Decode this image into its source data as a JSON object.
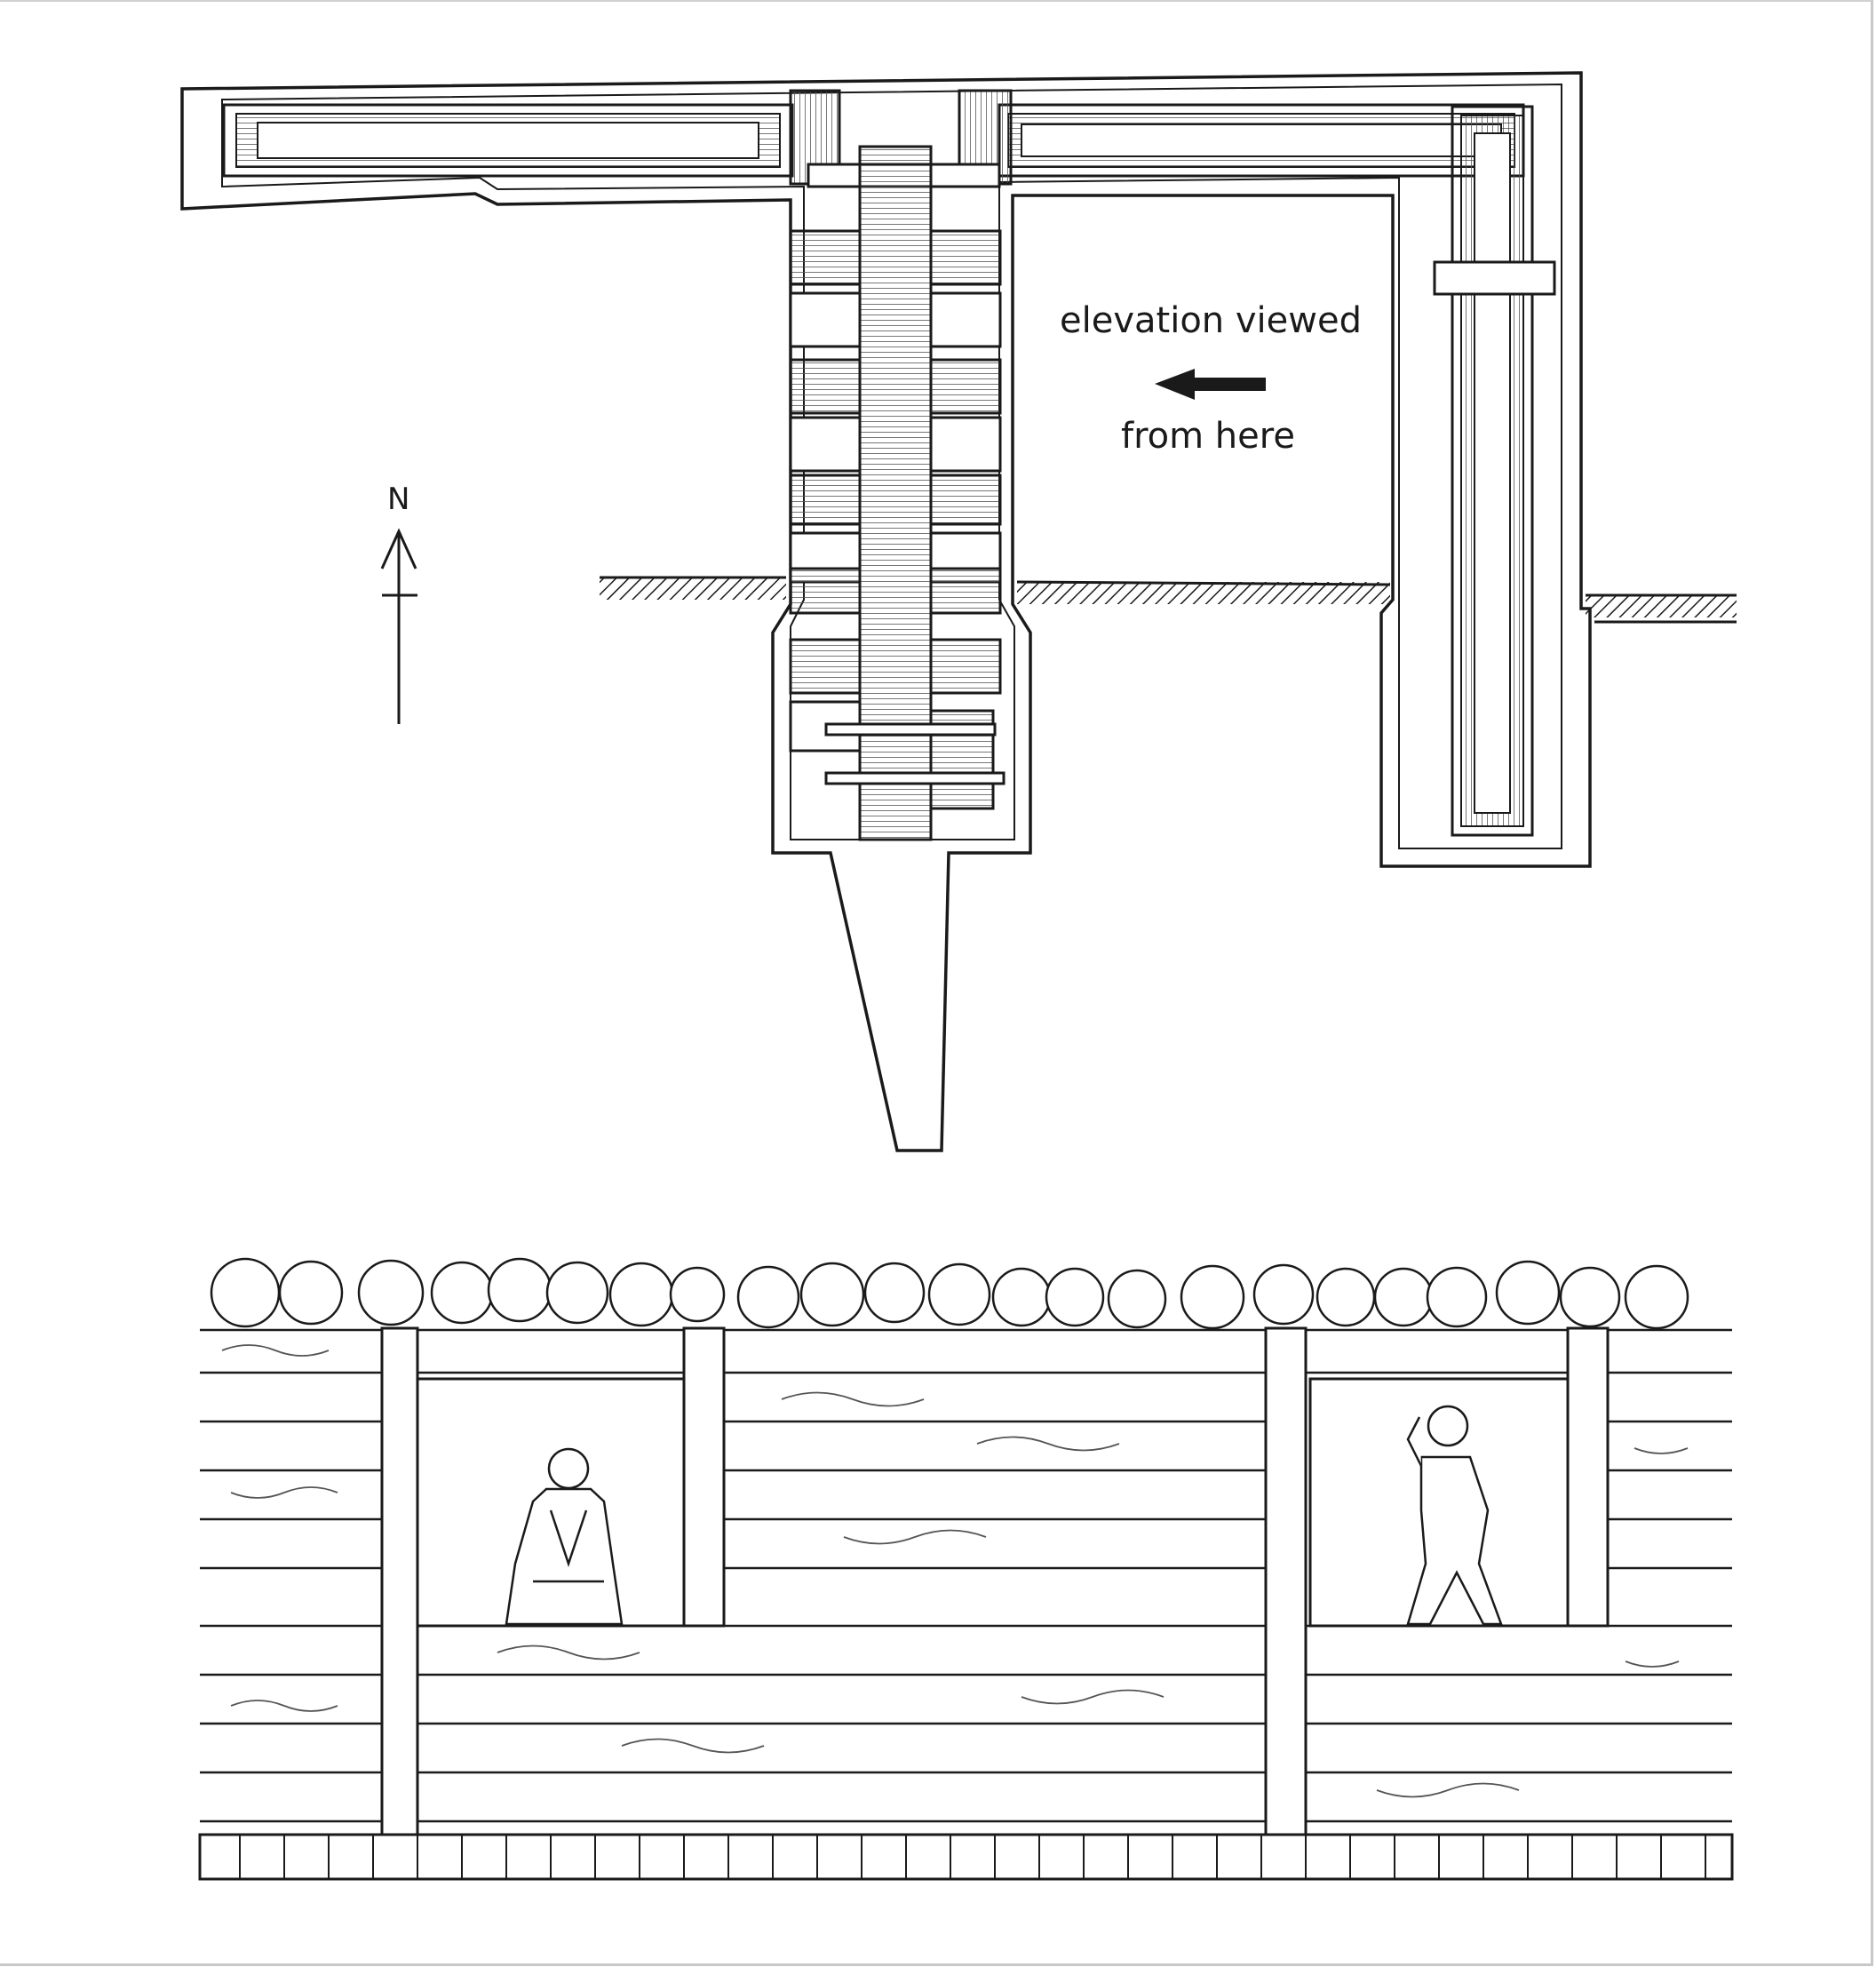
{
  "plan": {
    "annotation_line1": "elevation viewed",
    "annotation_line2": "from here",
    "north_label": "N",
    "arrow_icon": "arrow-left-icon",
    "north_arrow_icon": "north-arrow-icon"
  },
  "colors": {
    "ink": "#1a1a1a",
    "paper": "#ffffff",
    "shade": "#8a8a8a"
  }
}
